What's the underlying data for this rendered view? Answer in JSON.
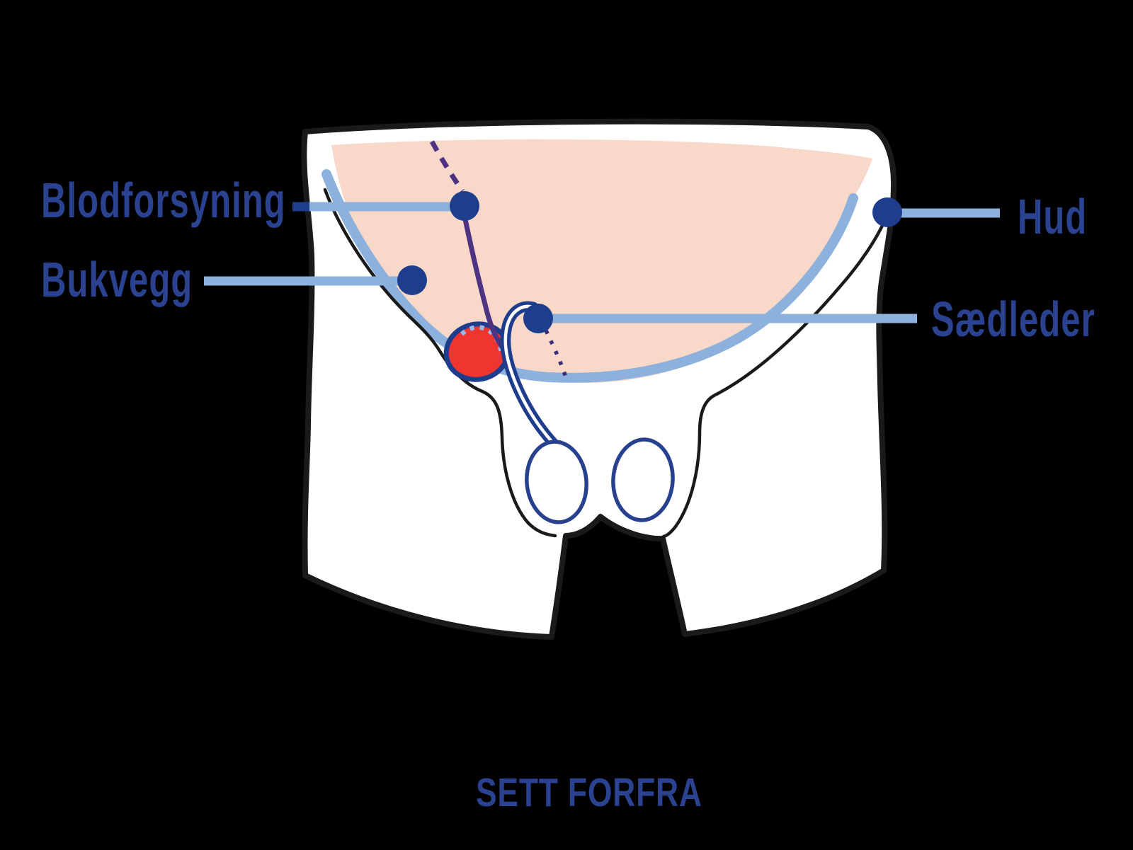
{
  "diagram": {
    "caption": "SETT FORFRA",
    "labels": {
      "blood_supply": "Blodforsyning",
      "abdominal_wall": "Bukvegg",
      "skin": "Hud",
      "vas_deferens": "Sædleder"
    },
    "colors": {
      "background": "#000000",
      "body_fill": "#ffffff",
      "outline": "#1a1a1a",
      "abdomen_fill": "#f8d8c8",
      "highlight_blue": "#8db1dd",
      "marker_navy": "#1e3d8d",
      "egg_blue": "#27418f",
      "label_text": "#2a428f",
      "vessel_purple": "#4e3383",
      "dotted_purple": "#3c2b74",
      "testicle_red": "#ee3530",
      "stitch_blue": "#9bb9e2"
    }
  }
}
